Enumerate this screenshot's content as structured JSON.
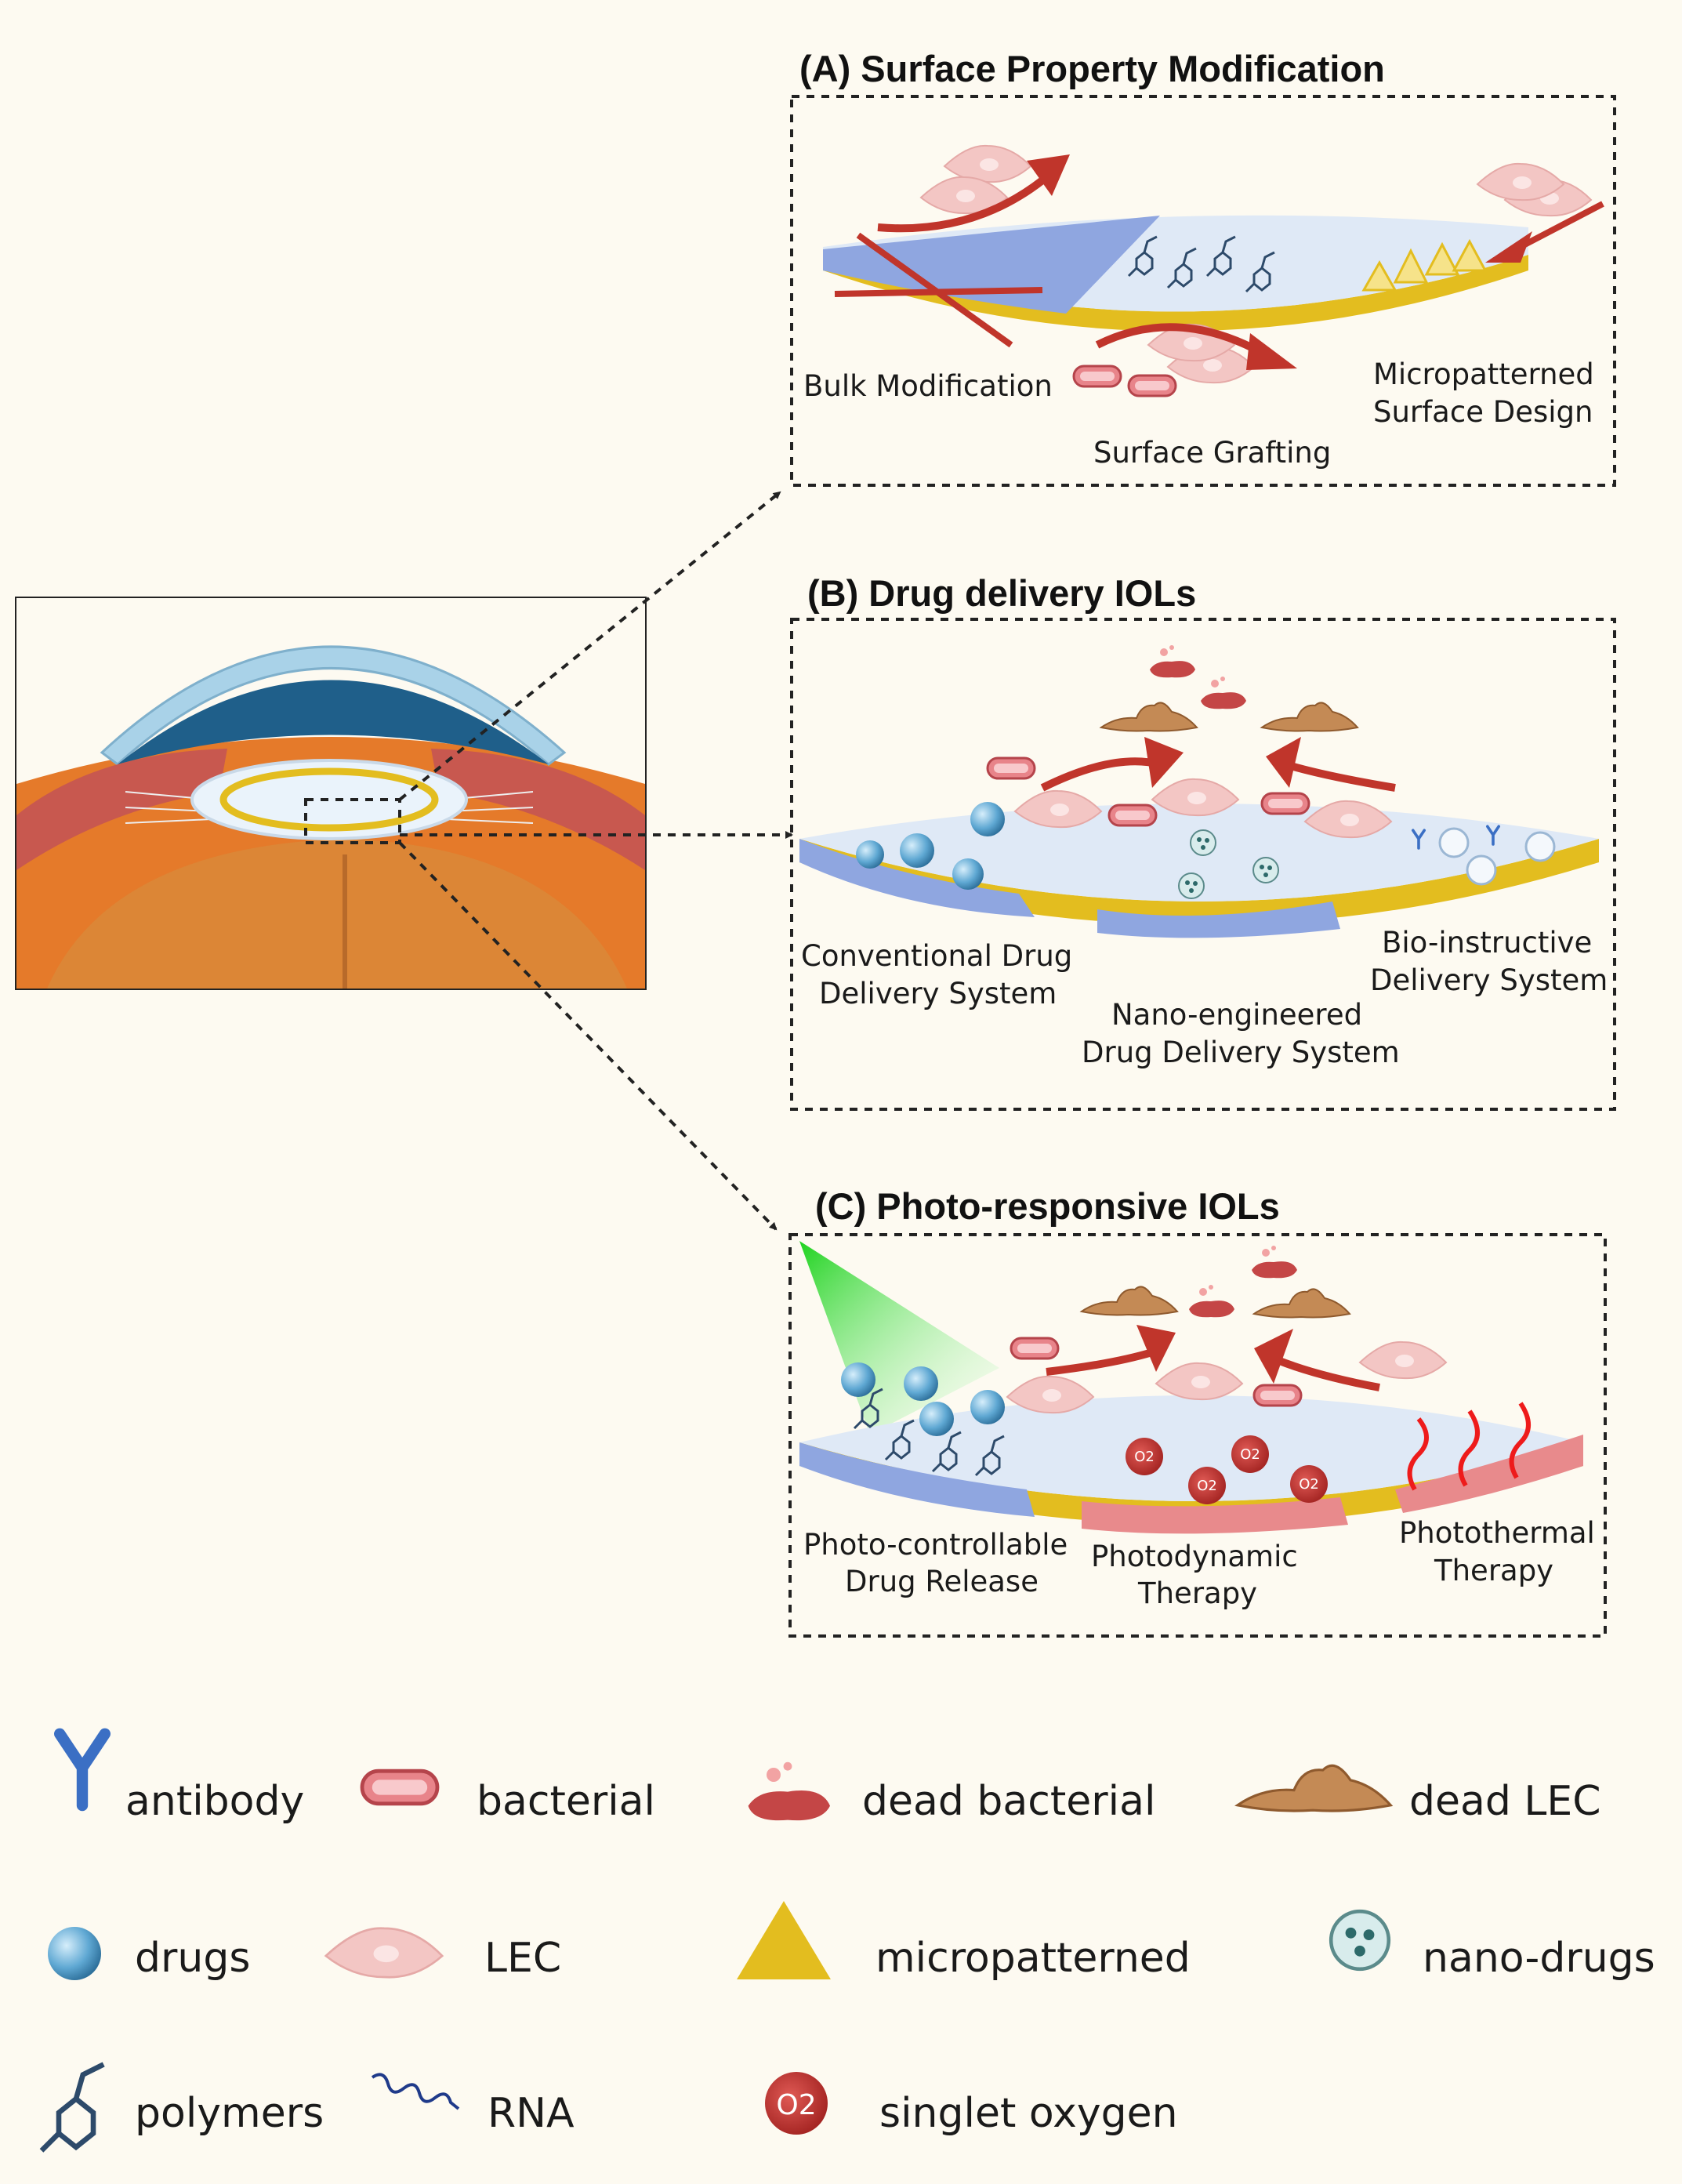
{
  "panels": {
    "a": {
      "title": "(A) Surface Property Modification",
      "labels": {
        "bulk": "Bulk Modification",
        "grafting": "Surface Grafting",
        "micro_line1": "Micropatterned",
        "micro_line2": "Surface Design"
      }
    },
    "b": {
      "title": "(B) Drug delivery IOLs",
      "labels": {
        "conv_line1": "Conventional Drug",
        "conv_line2": "Delivery System",
        "nano_line1": "Nano-engineered",
        "nano_line2": "Drug Delivery System",
        "bio_line1": "Bio-instructive",
        "bio_line2": "Delivery System"
      }
    },
    "c": {
      "title": "(C) Photo-responsive IOLs",
      "labels": {
        "photo_line1": "Photo-controllable",
        "photo_line2": "Drug Release",
        "pdt_line1": "Photodynamic",
        "pdt_line2": "Therapy",
        "ptt_line1": "Photothermal",
        "ptt_line2": "Therapy"
      }
    }
  },
  "legend": {
    "antibody": "antibody",
    "bacterial": "bacterial",
    "dead_bacterial": "dead bacterial",
    "dead_lec": "dead LEC",
    "drugs": "drugs",
    "lec": "LEC",
    "micropatterned": "micropatterned",
    "nano_drugs": "nano-drugs",
    "polymers": "polymers",
    "rna": "RNA",
    "singlet_oxygen": "singlet oxygen"
  },
  "colors": {
    "background": "#fdfaf1",
    "arrow_red": "#c0352b",
    "iol_blue": "#8fa6e0",
    "iol_yellow": "#e3bd1f",
    "lec_pink": "#f3c6c4",
    "drug_blue": "#5fa8d3",
    "pdt_red": "#b72a28",
    "dead_lec_brown": "#c48a55"
  },
  "icons": {
    "antibody": "antibody-icon",
    "bacterial": "bacteria-icon",
    "dead_bacterial": "dead-bacteria-icon",
    "dead_lec": "dead-lec-icon",
    "drugs": "drug-sphere-icon",
    "lec": "lec-cell-icon",
    "micropatterned": "triangle-icon",
    "nano_drugs": "nano-drug-icon",
    "polymers": "polymer-icon",
    "rna": "rna-icon",
    "singlet_oxygen": "singlet-oxygen-icon"
  }
}
